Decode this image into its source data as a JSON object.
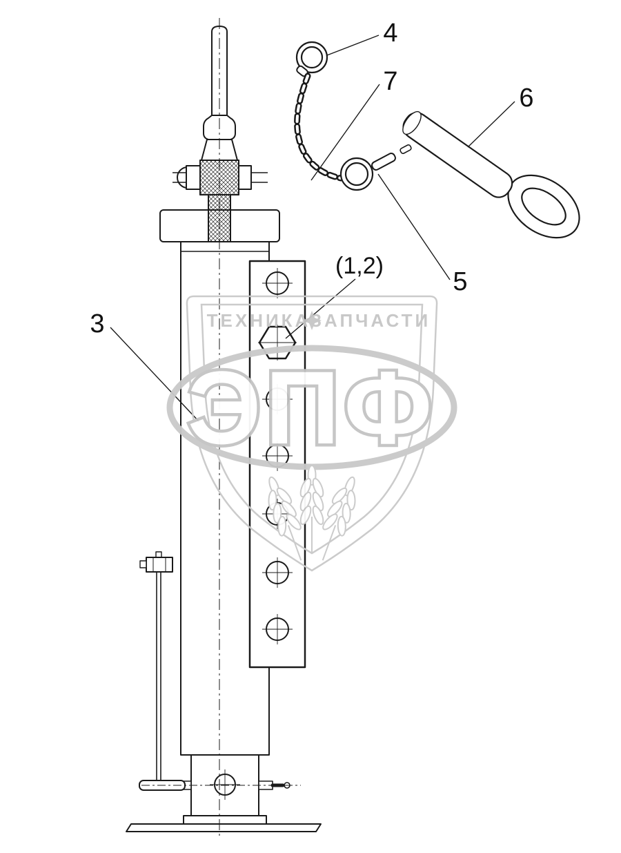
{
  "diagram": {
    "callouts": {
      "c3": {
        "label": "3"
      },
      "c4": {
        "label": "4"
      },
      "c5": {
        "label": "5"
      },
      "c6": {
        "label": "6"
      },
      "c7": {
        "label": "7"
      },
      "c12": {
        "label": "(1,2)"
      }
    },
    "watermark": {
      "left": "ТЕХНИКА",
      "right": "ЗАПЧАСТИ",
      "logo": "ЭПФ"
    },
    "colors": {
      "line": "#1a1a1a",
      "watermark": "#c8c8c8"
    }
  }
}
